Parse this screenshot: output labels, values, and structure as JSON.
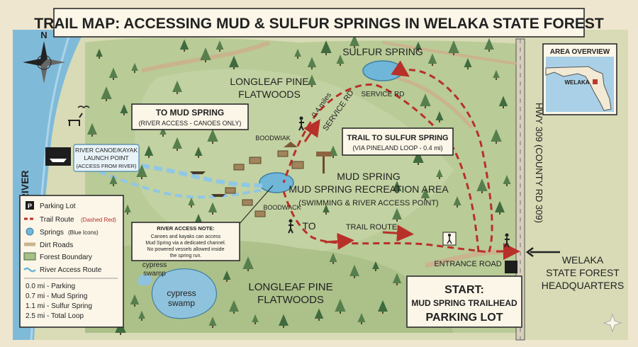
{
  "title": "TRAIL MAP: ACCESSING MUD & SULFUR SPRINGS IN WELAKA STATE FOREST",
  "compass": {
    "north": "N"
  },
  "river": {
    "name": "ST. JOHNS RIVER"
  },
  "highway": {
    "name": "HWY 309 (COUNTY RD 309)"
  },
  "areas": {
    "longleaf_north": [
      "LONGLEAF PINE",
      "FLATWOODS"
    ],
    "longleaf_south": [
      "LONGLEAF PINE",
      "FLATWOODS"
    ],
    "cypress_swamp_small": [
      "cypress",
      "swamp"
    ],
    "cypress_swamp_big": [
      "cypress",
      "swamp"
    ]
  },
  "labels": {
    "sulfur_spring": "SULFUR SPRING",
    "service_rd_bottom": "SERVICE RD",
    "service_rd_diag": "SERVICE RD",
    "distance_04": "0.4 miles",
    "boodwiak": "BOODWIAK",
    "boodwack": "BOODWACK",
    "to": "TO",
    "trail_route": "TRAIL ROUTE",
    "entrance_road": "ENTRANCE ROAD",
    "mud_spring_lines": [
      "MUD SPRING",
      "MUD SPRING RECREATION AREA",
      "(SWIMMING & RIVER ACCESS POINT)"
    ],
    "headquarters": [
      "WELAKA",
      "STATE FOREST",
      "HEADQUARTERS"
    ]
  },
  "callouts": {
    "to_mud_spring": {
      "title": "TO MUD SPRING",
      "sub": "(RIVER ACCESS - CANOES ONLY)"
    },
    "trail_to_sulfur": {
      "title": "TRAIL TO SULFUR SPRING",
      "sub": "(VIA PINELAND LOOP - 0.4 mi)"
    },
    "canoe_launch": [
      "RIVER CANOE/KAYAK",
      "LAUNCH POINT",
      "(ACCESS FROM RIVER)"
    ],
    "river_note": {
      "title": "RIVER ACCESS NOTE:",
      "lines": [
        "Canoes and kayaks can access",
        "Mud Spring via a dedicated channel.",
        "No powered vessels allowed inside",
        "the spring run."
      ]
    },
    "start": {
      "title": "START:",
      "line": "MUD SPRING TRAILHEAD",
      "bottom": "PARKING LOT"
    }
  },
  "inset": {
    "title": "AREA OVERVIEW",
    "town": "WELAKA"
  },
  "legend": {
    "items": [
      {
        "icon": "parking-icon",
        "label": "Parking Lot",
        "note": ""
      },
      {
        "icon": "trail-route-icon",
        "label": "Trail Route",
        "note": "(Dashed Red)"
      },
      {
        "icon": "springs-icon",
        "label": "Springs",
        "note": "(Blue Icons)"
      },
      {
        "icon": "dirt-road-icon",
        "label": "Dirt Roads",
        "note": ""
      },
      {
        "icon": "forest-boundary-icon",
        "label": "Forest Boundary",
        "note": ""
      },
      {
        "icon": "river-access-icon",
        "label": "River Access Route",
        "note": ""
      }
    ],
    "distances": [
      "0.0 mi - Parking",
      "0.7 mi - Mud Spring",
      "1.1 mi - Sulfur Spring",
      "2.5 mi - Total Loop"
    ]
  },
  "colors": {
    "trail": "#b8302a",
    "water": "#6fb6d8",
    "forest": "#a8bf86",
    "forest_dark": "#3f6b3e",
    "paper": "#efe6cf",
    "road": "#c9b48e"
  }
}
